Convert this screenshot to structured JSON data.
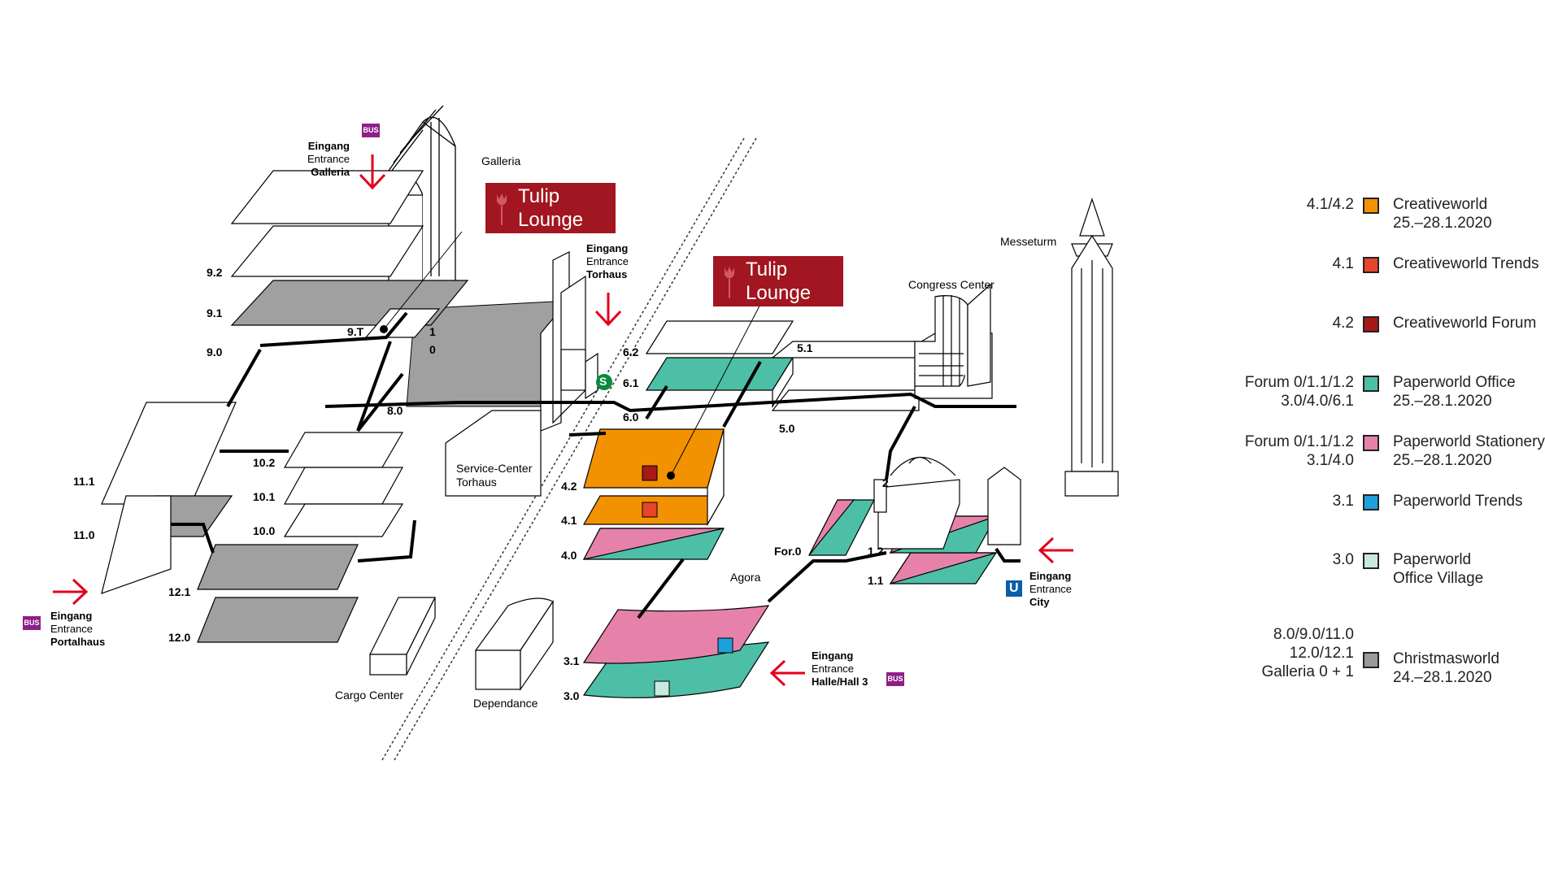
{
  "map": {
    "building_labels": {
      "galleria": "Galleria",
      "messeturm": "Messeturm",
      "congress_center": "Congress Center",
      "service_center_1": "Service-Center",
      "service_center_2": "Torhaus",
      "agora": "Agora",
      "cargo_center": "Cargo Center",
      "dependance": "Dependance"
    },
    "hall_labels": {
      "h9_2": "9.2",
      "h9_1": "9.1",
      "h9_0": "9.0",
      "h9_t": "9.T",
      "g1": "1",
      "g0": "0",
      "h8_0": "8.0",
      "h11_1": "11.1",
      "h11_0": "11.0",
      "h10_2": "10.2",
      "h10_1": "10.1",
      "h10_0": "10.0",
      "h12_1": "12.1",
      "h12_0": "12.0",
      "h6_2": "6.2",
      "h6_1": "6.1",
      "h6_0": "6.0",
      "h5_1": "5.1",
      "h5_0": "5.0",
      "h4_2": "4.2",
      "h4_1": "4.1",
      "h4_0": "4.0",
      "h3_1": "3.1",
      "h3_0": "3.0",
      "for_0": "For.0",
      "f2": "2",
      "f1_2": "1.2",
      "f1_1": "1.1"
    },
    "entrances": {
      "galleria": {
        "l1": "Eingang",
        "l2": "Entrance",
        "l3": "Galleria"
      },
      "torhaus": {
        "l1": "Eingang",
        "l2": "Entrance",
        "l3": "Torhaus"
      },
      "portalhaus": {
        "l1": "Eingang",
        "l2": "Entrance",
        "l3": "Portalhaus"
      },
      "city": {
        "l1": "Eingang",
        "l2": "Entrance",
        "l3": "City"
      },
      "hall3": {
        "l1": "Eingang",
        "l2": "Entrance",
        "l3": "Halle/Hall 3"
      }
    },
    "badges": {
      "bus": "BUS",
      "s_bahn": "S",
      "u_bahn": "U"
    },
    "tulip_lounge": {
      "line1": "Tulip",
      "line2": "Lounge"
    }
  },
  "legend": [
    {
      "code": "4.1/4.2",
      "name": "Creativeworld\n25.–28.1.2020",
      "color": "#f39200"
    },
    {
      "code": "4.1",
      "name": "Creativeworld Trends",
      "color": "#e6452b"
    },
    {
      "code": "4.2",
      "name": "Creativeworld Forum",
      "color": "#a61916"
    },
    {
      "code": "Forum 0/1.1/1.2\n3.0/4.0/6.1",
      "name": "Paperworld Office\n25.–28.1.2020",
      "color": "#4dbfa6"
    },
    {
      "code": "Forum 0/1.1/1.2\n3.1/4.0",
      "name": "Paperworld Stationery\n25.–28.1.2020",
      "color": "#e682aa"
    },
    {
      "code": "3.1",
      "name": "Paperworld Trends",
      "color": "#1ea0dc"
    },
    {
      "code": "3.0",
      "name": "Paperworld\nOffice Village",
      "color": "#c9e9df"
    },
    {
      "code": "8.0/9.0/11.0\n12.0/12.1\nGalleria 0 + 1",
      "name": "Christmasworld\n24.–28.1.2020",
      "color": "#9a9a9a"
    }
  ],
  "colors": {
    "grey_hall": "#a0a0a0",
    "office": "#4dbfa6",
    "stationery": "#e682aa",
    "creative": "#f39200",
    "arrow": "#e3001b",
    "s_bahn": "#0a8a3c",
    "u_bahn": "#0a5ea8"
  }
}
